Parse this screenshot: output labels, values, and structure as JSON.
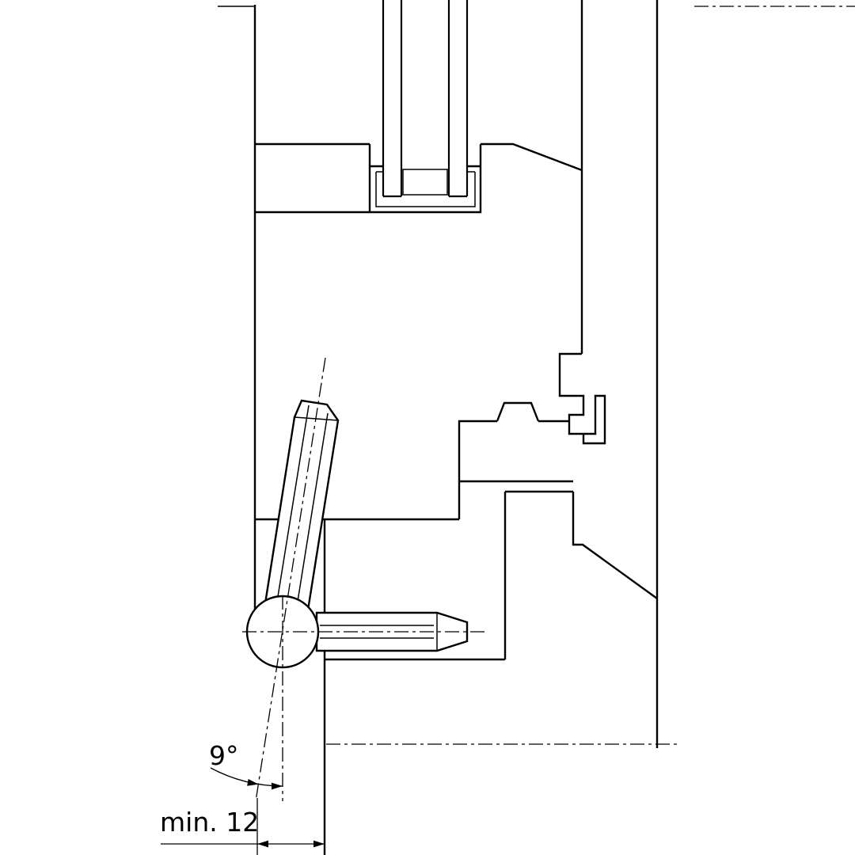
{
  "drawing": {
    "type": "technical-section",
    "annotations": {
      "angle_label": "9°",
      "min_distance_label": "min. 12"
    },
    "colors": {
      "line": "#000000",
      "background": "#ffffff"
    }
  }
}
